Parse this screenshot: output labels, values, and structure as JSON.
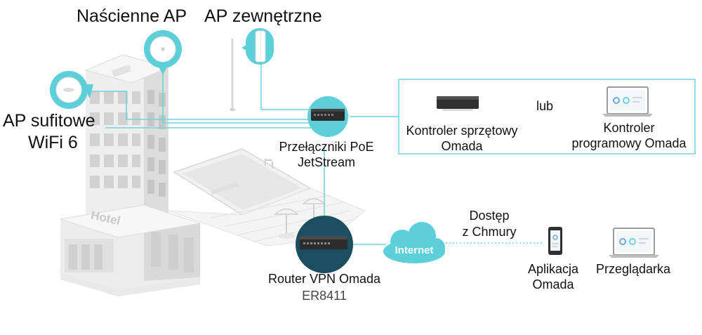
{
  "colors": {
    "teal_line": "#6fd3dc",
    "teal_bubble": "#5ccfd9",
    "router_circle": "#1b4f5f",
    "building_light": "#eeeeee",
    "building_mid": "#dddddd",
    "building_dark": "#c9c9c9",
    "device_dark": "#2c2c2c"
  },
  "labels": {
    "wall_ap": "Naścienne AP",
    "outdoor_ap": "AP zewnętrzne",
    "ceiling_ap_line1": "AP sufitowe",
    "ceiling_ap_line2": "WiFi 6",
    "poe_switch_line1": "Przełączniki PoE",
    "poe_switch_line2": "JetStream",
    "hw_controller_line1": "Kontroler sprzętowy",
    "hw_controller_line2": "Omada",
    "or": "lub",
    "sw_controller_line1": "Kontroler",
    "sw_controller_line2": "programowy Omada",
    "cloud_access_line1": "Dostęp",
    "cloud_access_line2": "z Chmury",
    "internet": "Internet",
    "router_line1": "Router VPN Omada",
    "router_line2": "ER8411",
    "app_line1": "Aplikacja",
    "app_line2": "Omada",
    "browser": "Przeglądarka",
    "hotel_sign": "Hotel"
  },
  "icons": [
    "ceiling-ap-icon",
    "wall-ap-icon",
    "outdoor-ap-icon",
    "poe-switch-icon",
    "router-icon",
    "hardware-controller-icon",
    "laptop-icon",
    "cloud-icon",
    "smartphone-icon",
    "umbrella-icon"
  ]
}
